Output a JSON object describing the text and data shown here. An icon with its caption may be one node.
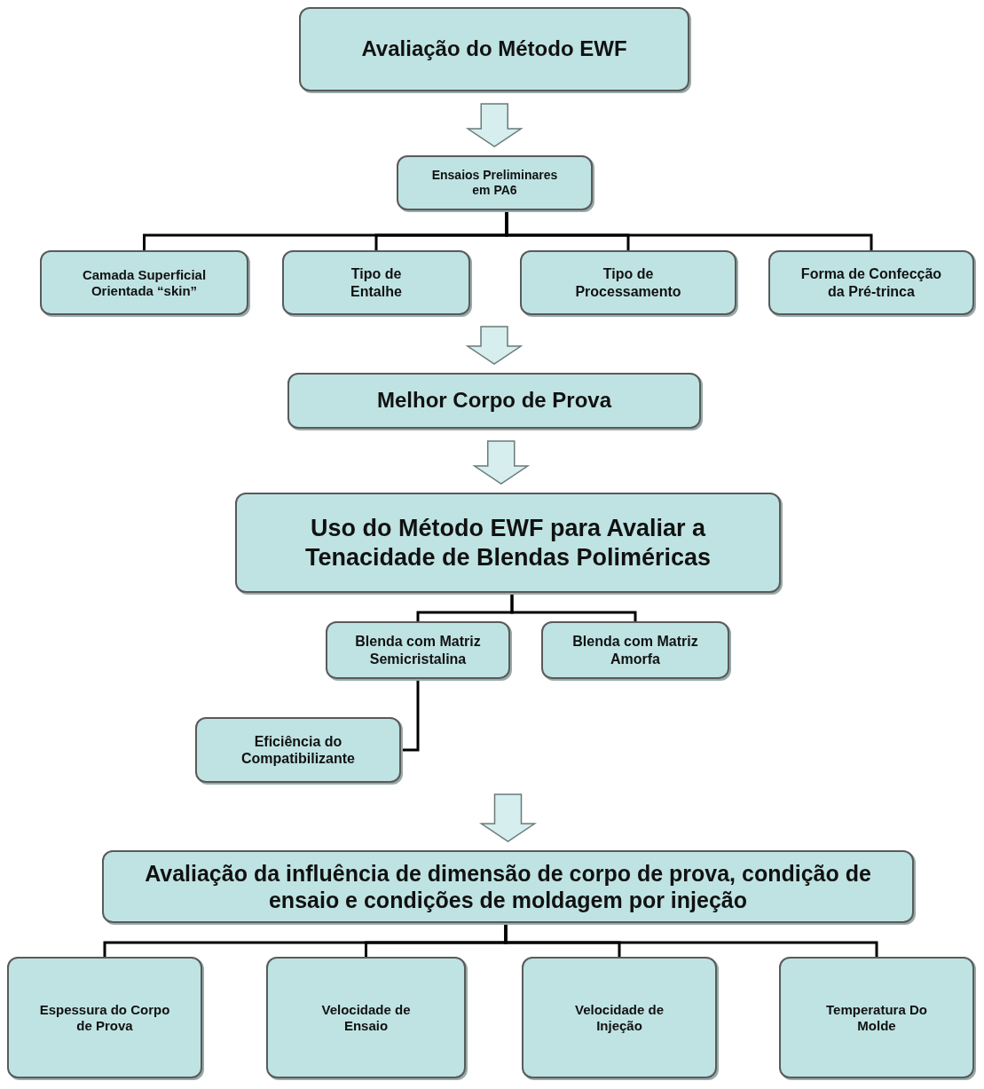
{
  "diagram": {
    "nodes": [
      {
        "text": [
          "Avaliação do Método EWF"
        ]
      },
      {
        "text": [
          "Ensaios Preliminares em PA6"
        ]
      },
      {
        "text": [
          "Camada Superficial Orientada “skin”"
        ]
      },
      {
        "text": [
          "Tipo de Entalhe"
        ]
      },
      {
        "text": [
          "Tipo de Processamento"
        ]
      },
      {
        "text": [
          "Forma de Confecção da Pré-trinca"
        ]
      },
      {
        "text": [
          "Melhor Corpo de Prova"
        ]
      },
      {
        "text": [
          "Uso do Método EWF para Avaliar a Tenacidade de Blendas Poliméricas"
        ]
      },
      {
        "text": [
          "Blenda com Matriz Semicristalina"
        ]
      },
      {
        "text": [
          "Blenda com Matriz Amorfa"
        ]
      },
      {
        "text": [
          "Eficiência do Compatibilizante"
        ]
      },
      {
        "text": [
          "Avaliação da influência de dimensão de corpo de prova, condição de ensaio e condições de moldagem por injeção"
        ]
      },
      {
        "text": [
          "Espessura do Corpo de Prova"
        ]
      },
      {
        "text": [
          "Velocidade de Ensaio"
        ]
      },
      {
        "text": [
          "Velocidade de Injeção"
        ]
      },
      {
        "text": [
          "Temperatura Do Molde"
        ]
      }
    ],
    "edges": [
      {
        "from": 0,
        "to": 1,
        "arrow": "to",
        "style": "thick"
      },
      {
        "from": 1,
        "to": 2,
        "arrow": "none"
      },
      {
        "from": 1,
        "to": 3,
        "arrow": "none"
      },
      {
        "from": 1,
        "to": 4,
        "arrow": "none"
      },
      {
        "from": 1,
        "to": 5,
        "arrow": "none"
      },
      {
        "from": null,
        "to": 6,
        "arrow": "to",
        "style": "thick"
      },
      {
        "from": 6,
        "to": 7,
        "arrow": "to",
        "style": "thick"
      },
      {
        "from": 7,
        "to": 8,
        "arrow": "none"
      },
      {
        "from": 7,
        "to": 9,
        "arrow": "none"
      },
      {
        "from": 8,
        "to": 10,
        "arrow": "none"
      },
      {
        "from": null,
        "to": 11,
        "arrow": "to",
        "style": "thick"
      },
      {
        "from": 11,
        "to": 12,
        "arrow": "none"
      },
      {
        "from": 11,
        "to": 13,
        "arrow": "none"
      },
      {
        "from": 11,
        "to": 14,
        "arrow": "none"
      },
      {
        "from": 11,
        "to": 15,
        "arrow": "none"
      }
    ]
  }
}
